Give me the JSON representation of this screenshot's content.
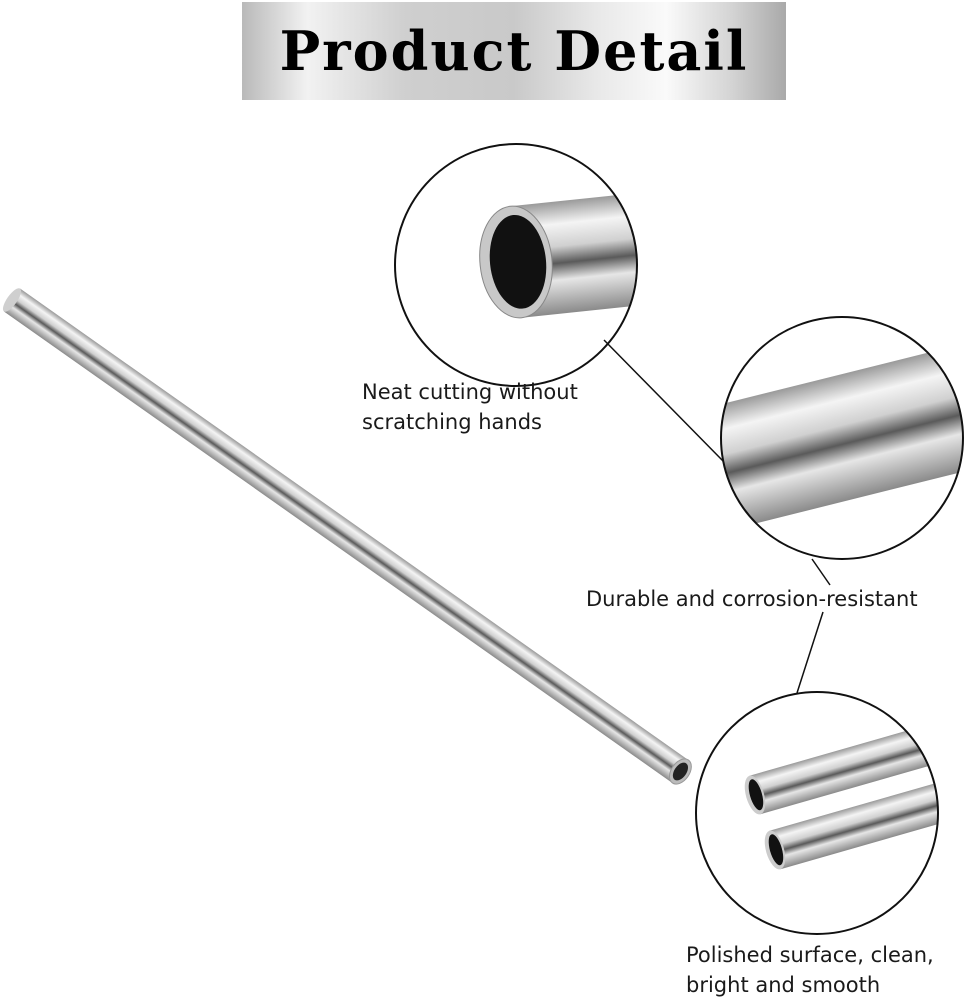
{
  "banner": {
    "title": "Product Detail"
  },
  "callouts": [
    {
      "line1": "Neat cutting without",
      "line2": "scratching hands"
    },
    {
      "line1": "Durable and corrosion-resistant"
    },
    {
      "line1": "Polished surface, clean,",
      "line2": "bright and smooth"
    }
  ]
}
